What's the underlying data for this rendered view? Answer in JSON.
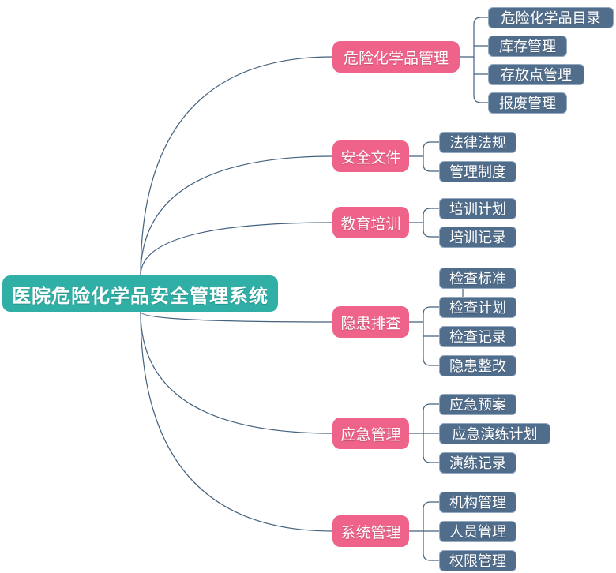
{
  "root": {
    "label": "医院危险化学品安全管理系统"
  },
  "branches": [
    {
      "label": "危险化学品管理",
      "children": [
        "危险化学品目录",
        "库存管理",
        "存放点管理",
        "报废管理"
      ]
    },
    {
      "label": "安全文件",
      "children": [
        "法律法规",
        "管理制度"
      ]
    },
    {
      "label": "教育培训",
      "children": [
        "培训计划",
        "培训记录"
      ]
    },
    {
      "label": "隐患排查",
      "children": [
        "检查标准",
        "检查计划",
        "检查记录",
        "隐患整改"
      ]
    },
    {
      "label": "应急管理",
      "children": [
        "应急预案",
        "应急演练计划",
        "演练记录"
      ]
    },
    {
      "label": "系统管理",
      "children": [
        "机构管理",
        "人员管理",
        "权限管理"
      ]
    }
  ],
  "colors": {
    "background": "#ffffff",
    "root_bg": "#2fafa5",
    "branch_bg": "#ef6289",
    "leaf_bg": "#506d8c",
    "leaf_border": "#93a9c0",
    "line": "#44617e",
    "text": "#ffffff"
  }
}
